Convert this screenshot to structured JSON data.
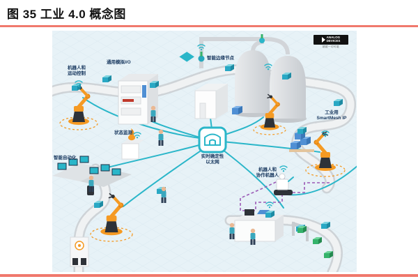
{
  "figure": {
    "title": "图 35 工业 4.0 概念图"
  },
  "diagram": {
    "labels": {
      "robot_motion_control": "机器人和\n运动控制",
      "universal_analog_io": "通用模拟I/O",
      "smart_edge_node": "智能边缘节点",
      "condition_monitoring": "状态监测",
      "smart_automation": "智能自动化",
      "realtime_ethernet": "实时确定性\n以太网",
      "industrial_smartmesh": "工业用\nSmartMesh IP",
      "robots_cobots": "机器人和\n协作机器人"
    },
    "logo": {
      "brand": "ANALOG\nDEVICES",
      "tagline": "超越一切可能"
    },
    "colors": {
      "diagram_background": "#e7f2f7",
      "network_teal": "#2ab6c9",
      "robot_orange": "#f59a23",
      "label_navy": "#17375e",
      "rule_red": "#f0796d",
      "agv_path_purple": "#9b59b6",
      "carton_green": "#35b36b",
      "carton_blue": "#4f8fd4"
    }
  }
}
